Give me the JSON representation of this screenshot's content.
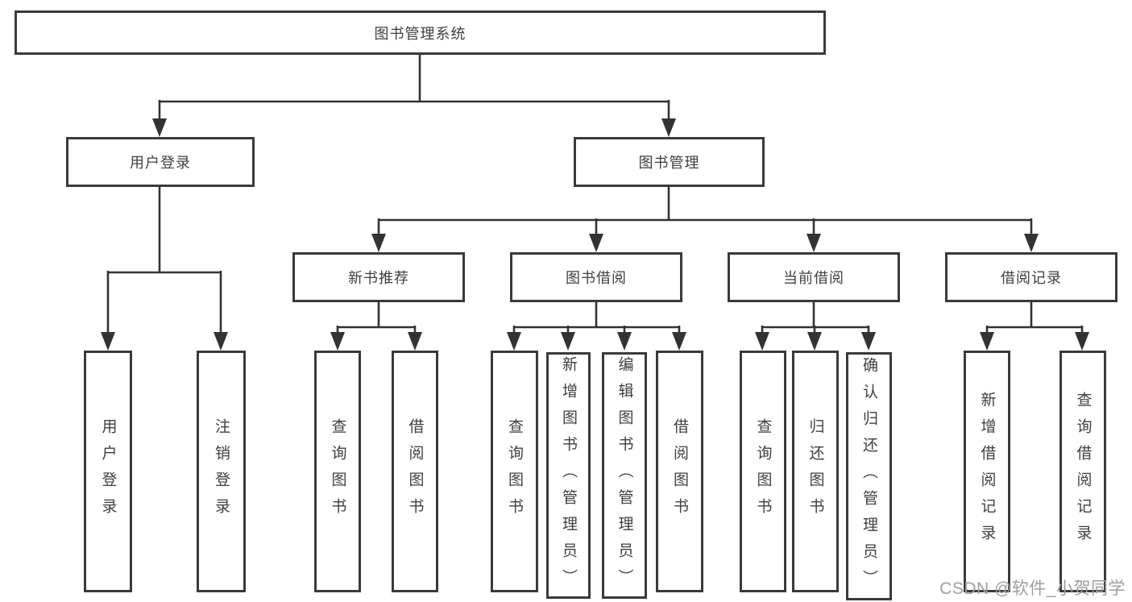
{
  "diagram": {
    "root": "图书管理系统",
    "level2": {
      "user_login": "用户登录",
      "book_mgmt": "图书管理"
    },
    "level3": {
      "new_book": "新书推荐",
      "borrow": "图书借阅",
      "current": "当前借阅",
      "records": "借阅记录"
    },
    "leaves": {
      "user_login": [
        "用户登录",
        "注销登录"
      ],
      "new_book": [
        "查询图书",
        "借阅图书"
      ],
      "borrow": [
        "查询图书",
        "新增图书（管理员）",
        "编辑图书（管理员）",
        "借阅图书"
      ],
      "current": [
        "查询图书",
        "归还图书",
        "确认归还（管理员）"
      ],
      "records": [
        "新增借阅记录",
        "查询借阅记录"
      ]
    }
  },
  "watermark": "CSDN @软件_小贺同学",
  "colors": {
    "line": "#333333",
    "border": "#3a3a3a",
    "text": "#3f3f3f",
    "watermark": "#9e9e9e",
    "background": "#ffffff"
  }
}
